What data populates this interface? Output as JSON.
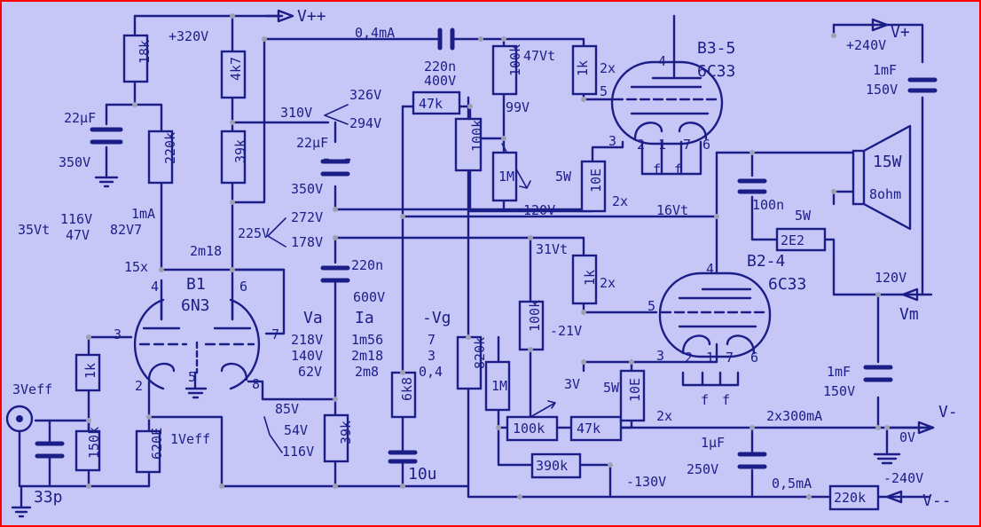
{
  "colors": {
    "background": "#c6c6f7",
    "ink": "#1c1e88",
    "border": "#ff0000",
    "junction": "#a0a0b4"
  },
  "rails": {
    "vpp": "V++",
    "vp": "V+",
    "vm": "V-",
    "vmm": "V--",
    "vm_out": "Vm",
    "plus320": "+320V",
    "plus240": "+240V",
    "minus240": "-240V",
    "zero": "0V",
    "i_04": "0,4mA",
    "i_05": "0,5mA",
    "i_2x300": "2x300mA"
  },
  "tubes": {
    "b1": {
      "ref": "B1",
      "type": "6N3"
    },
    "b3": {
      "ref": "B3-5",
      "type": "6C33"
    },
    "b2": {
      "ref": "B2-4",
      "type": "6C33"
    }
  },
  "pins": {
    "b1": [
      "4",
      "6",
      "3",
      "7",
      "2",
      "5",
      "8"
    ],
    "b3": [
      "4",
      "5",
      "3",
      "2",
      "1",
      "7",
      "6"
    ],
    "b2": [
      "4",
      "5",
      "3",
      "2",
      "1",
      "7",
      "6"
    ],
    "heater": [
      "f",
      "f",
      "f",
      "f"
    ]
  },
  "components": {
    "r18k": "18k",
    "c22u_a": "22µF",
    "v350_a": "350V",
    "r220k": "220k",
    "r4k7": "4k7",
    "r39k_a": "39k",
    "c22u_b": "22µF",
    "v350_b": "350V",
    "c220n_a": "220n",
    "v400": "400V",
    "r47k_a": "47k",
    "r100k_a": "100k",
    "r100k_b": "100k",
    "r1m_a": "1M",
    "r1k_a": "1k",
    "r10e_a": "10E",
    "c1mF_a": "1mF",
    "v150_a": "150V",
    "spk": "15W",
    "spk_z": "8ohm",
    "c100n": "100n",
    "p5w": "5W",
    "r2e2": "2E2",
    "c220n_b": "220n",
    "v600": "600V",
    "r1k_b": "1k",
    "r100k_c": "100k",
    "r820k": "820k",
    "r6k8": "6k8",
    "c10u": "10u",
    "r1m_b": "1M",
    "r100k_d": "100k",
    "r47k_b": "47k",
    "r10e_b": "10E",
    "r390k": "390k",
    "c1u": "1µF",
    "v250": "250V",
    "r220k_b": "220k",
    "c1mF_b": "1mF",
    "v150_b": "150V",
    "r1k_c": "1k",
    "r150k": "150k",
    "r620": "620E",
    "c33p": "33p",
    "r39k_b": "39k"
  },
  "labels": {
    "v326": "326V",
    "v310": "310V",
    "v294": "294V",
    "v47vt": "47Vt",
    "v99": "99V",
    "x2a": "2x",
    "w5a": "5W",
    "x2b": "2x",
    "v120a": "120V",
    "v16vt": "16Vt",
    "v35vt": "35Vt",
    "v116": "116V",
    "v47": "47V",
    "i1ma": "1mA",
    "v82v7": "82V7",
    "v272": "272V",
    "v225": "225V",
    "v178": "178V",
    "i2m18": "2m18",
    "x15": "15x",
    "v31vt": "31Vt",
    "x2c": "2x",
    "v120b": "120V",
    "va": "Va",
    "ia": "Ia",
    "vg": "-Vg",
    "va1": "218V",
    "va2": "140V",
    "va3": "62V",
    "ia1": "1m56",
    "ia2": "2m18",
    "ia3": "2m8",
    "vg1": "7",
    "vg2": "3",
    "vg3": "0,4",
    "v21": "-21V",
    "v3": "3V",
    "w5b": "5W",
    "x2d": "2x",
    "v85": "85V",
    "v54": "54V",
    "v116b": "116V",
    "v3eff": "3Veff",
    "v1eff": "1Veff",
    "v130": "-130V"
  }
}
